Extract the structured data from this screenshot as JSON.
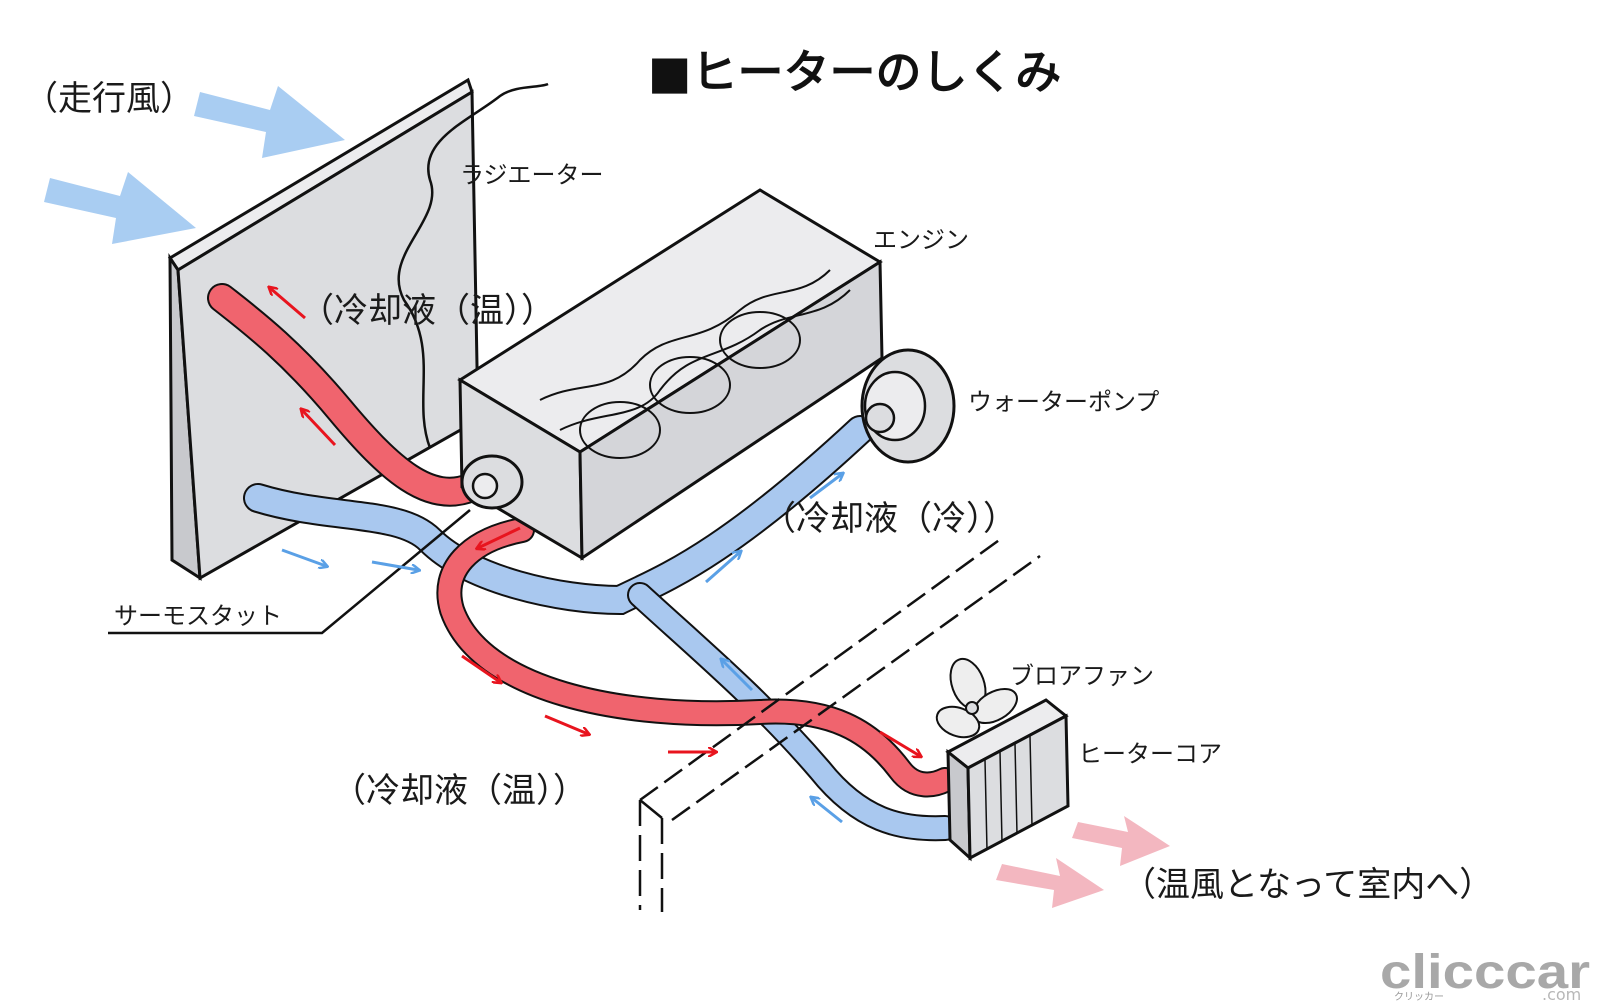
{
  "title": "■ヒーターのしくみ",
  "labels": {
    "running_wind": "（走行風）",
    "radiator": "ラジエーター",
    "engine": "エンジン",
    "coolant_hot_top": "（冷却液（温））",
    "water_pump": "ウォーターポンプ",
    "coolant_cold": "（冷却液（冷））",
    "thermostat": "サーモスタット",
    "blower_fan": "ブロアファン",
    "heater_core": "ヒーターコア",
    "coolant_hot_bottom": "（冷却液（温））",
    "warm_air": "（温風となって室内へ）"
  },
  "logo": {
    "main": "clicccar",
    "sub": "クリッカー",
    "suffix": ".com"
  },
  "colors": {
    "hot_hose": "#f0646e",
    "cold_hose": "#a9c8ef",
    "hot_arrow": "#e8141e",
    "cold_arrow": "#5aa0e6",
    "wind_arrow": "#a9cdf2",
    "warm_air_arrow": "#f3b7c0",
    "component_fill": "#dcdde0",
    "outline": "#111111"
  },
  "icons": {
    "fan": "fan-icon",
    "pump": "pump-icon"
  }
}
